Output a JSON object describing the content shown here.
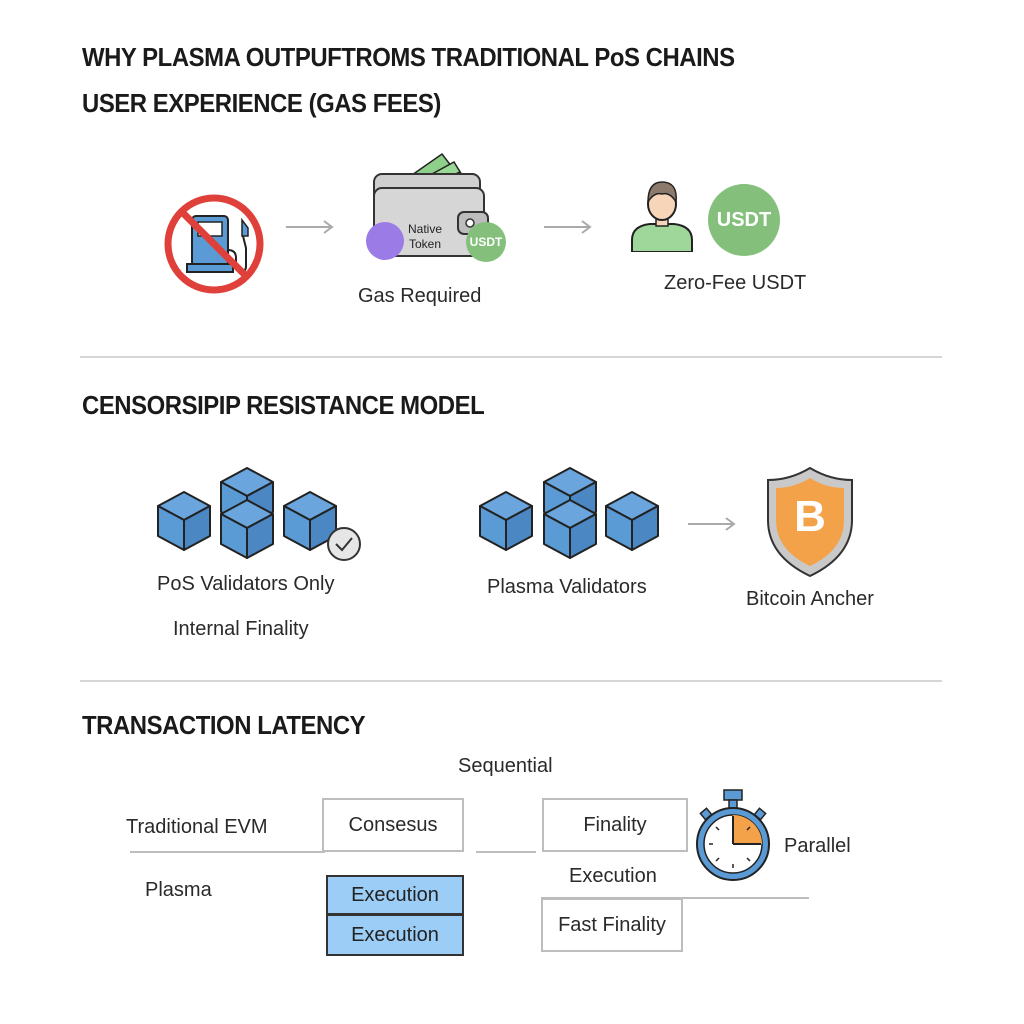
{
  "header": {
    "title_line1": "WHY PLASMA OUTPUFTROMS TRADITIONAL PoS CHAINS",
    "title_line2": "USER EXPERIENCE (GAS FEES)"
  },
  "gas_section": {
    "no_gas_icon": "no-gas-pump-icon",
    "wallet": {
      "token_label_line1": "Native",
      "token_label_line2": "Token",
      "usdt_badge": "USDT",
      "caption": "Gas Required"
    },
    "user": {
      "usdt_badge": "USDT",
      "caption": "Zero-Fee USDT"
    }
  },
  "censorship_section": {
    "title": "CENSORSIPIP RESISTANCE MODEL",
    "pos": {
      "caption": "PoS Validators Only",
      "subcaption": "Internal Finality"
    },
    "plasma": {
      "caption": "Plasma Validators"
    },
    "anchor": {
      "caption": "Bitcoin Ancher",
      "symbol": "B"
    }
  },
  "latency_section": {
    "title": "TRANSACTION LATENCY",
    "sequential_label": "Sequential",
    "parallel_label": "Parallel",
    "rows": {
      "traditional_label": "Traditional EVM",
      "plasma_label": "Plasma"
    },
    "traditional_steps": [
      "Consesus",
      "Finality"
    ],
    "plasma_steps": [
      "Execution",
      "Execution"
    ],
    "execution_label": "Execution",
    "fast_finality": "Fast Finality"
  },
  "colors": {
    "cube_blue": "#5b9bd5",
    "prohibit_red": "#e0403a",
    "usdt_green": "#84bf7c",
    "token_purple": "#9b7be6",
    "bitcoin_orange": "#f4a24a",
    "execution_blue": "#9ccdf7"
  }
}
